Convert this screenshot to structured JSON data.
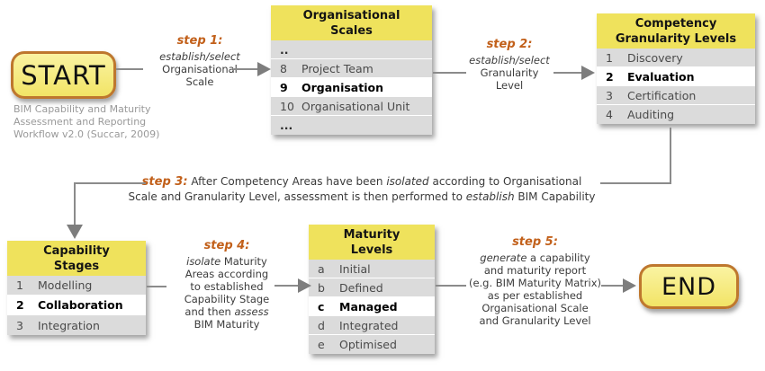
{
  "colors": {
    "header-yellow": "#EFE25C",
    "terminal-fill-top": "#FAF3A2",
    "terminal-fill-bottom": "#F2E466",
    "terminal-border": "#BE772E",
    "row-gray": "#DBDBDB",
    "line-gray": "#8B8B8B",
    "step-orange": "#C2601A",
    "caption-gray": "#999999",
    "text-dark": "#3C3C3C"
  },
  "terminals": {
    "start": "START",
    "end": "END"
  },
  "caption": {
    "l1": "BIM Capability and Maturity",
    "l2": "Assessment and Reporting",
    "l3": "Workflow v2.0 (Succar, 2009)"
  },
  "steps": {
    "s1": {
      "title": "step 1:",
      "em": "establish/select",
      "l2": "Organisational",
      "l3": "Scale"
    },
    "s2": {
      "title": "step 2:",
      "em": "establish/select",
      "l2": "Granularity",
      "l3": "Level"
    },
    "s3": {
      "title": "step 3:",
      "t1a": " After Competency Areas have been ",
      "em1": "isolated",
      "t1b": " according to Organisational",
      "t2a": "Scale and Granularity Level, assessment is then performed to ",
      "em2": "establish",
      "t2b": " BIM Capability"
    },
    "s4": {
      "title": "step 4:",
      "l1em": "isolate",
      "l1b": " Maturity",
      "l2": "Areas according",
      "l3": "to established",
      "l4": "Capability Stage",
      "l5a": "and then ",
      "l5em": "assess",
      "l6": "BIM Maturity"
    },
    "s5": {
      "title": "step 5:",
      "l1em": "generate",
      "l1b": " a capability",
      "l2": "and maturity report",
      "l3": "(e.g. BIM Maturity Matrix)",
      "l4": "as per established",
      "l5": "Organisational Scale",
      "l6": "and Granularity Level"
    }
  },
  "boxes": {
    "org": {
      "title1": "Organisational",
      "title2": "Scales",
      "rows": [
        {
          "num": "..",
          "label": "",
          "selected": false
        },
        {
          "num": "8",
          "label": "Project Team",
          "selected": false
        },
        {
          "num": "9",
          "label": "Organisation",
          "selected": true
        },
        {
          "num": "10",
          "label": "Organisational Unit",
          "selected": false
        },
        {
          "num": "...",
          "label": "",
          "selected": false
        }
      ]
    },
    "competency": {
      "title1": "Competency",
      "title2": "Granularity Levels",
      "rows": [
        {
          "num": "1",
          "label": "Discovery",
          "selected": false
        },
        {
          "num": "2",
          "label": "Evaluation",
          "selected": true
        },
        {
          "num": "3",
          "label": "Certification",
          "selected": false
        },
        {
          "num": "4",
          "label": "Auditing",
          "selected": false
        }
      ]
    },
    "capability": {
      "title1": "Capability",
      "title2": "Stages",
      "rows": [
        {
          "num": "1",
          "label": "Modelling",
          "selected": false
        },
        {
          "num": "2",
          "label": "Collaboration",
          "selected": true
        },
        {
          "num": "3",
          "label": "Integration",
          "selected": false
        }
      ]
    },
    "maturity": {
      "title1": "Maturity",
      "title2": "Levels",
      "rows": [
        {
          "num": "a",
          "label": "Initial",
          "selected": false
        },
        {
          "num": "b",
          "label": "Defined",
          "selected": false
        },
        {
          "num": "c",
          "label": "Managed",
          "selected": true
        },
        {
          "num": "d",
          "label": "Integrated",
          "selected": false
        },
        {
          "num": "e",
          "label": "Optimised",
          "selected": false
        }
      ]
    }
  }
}
